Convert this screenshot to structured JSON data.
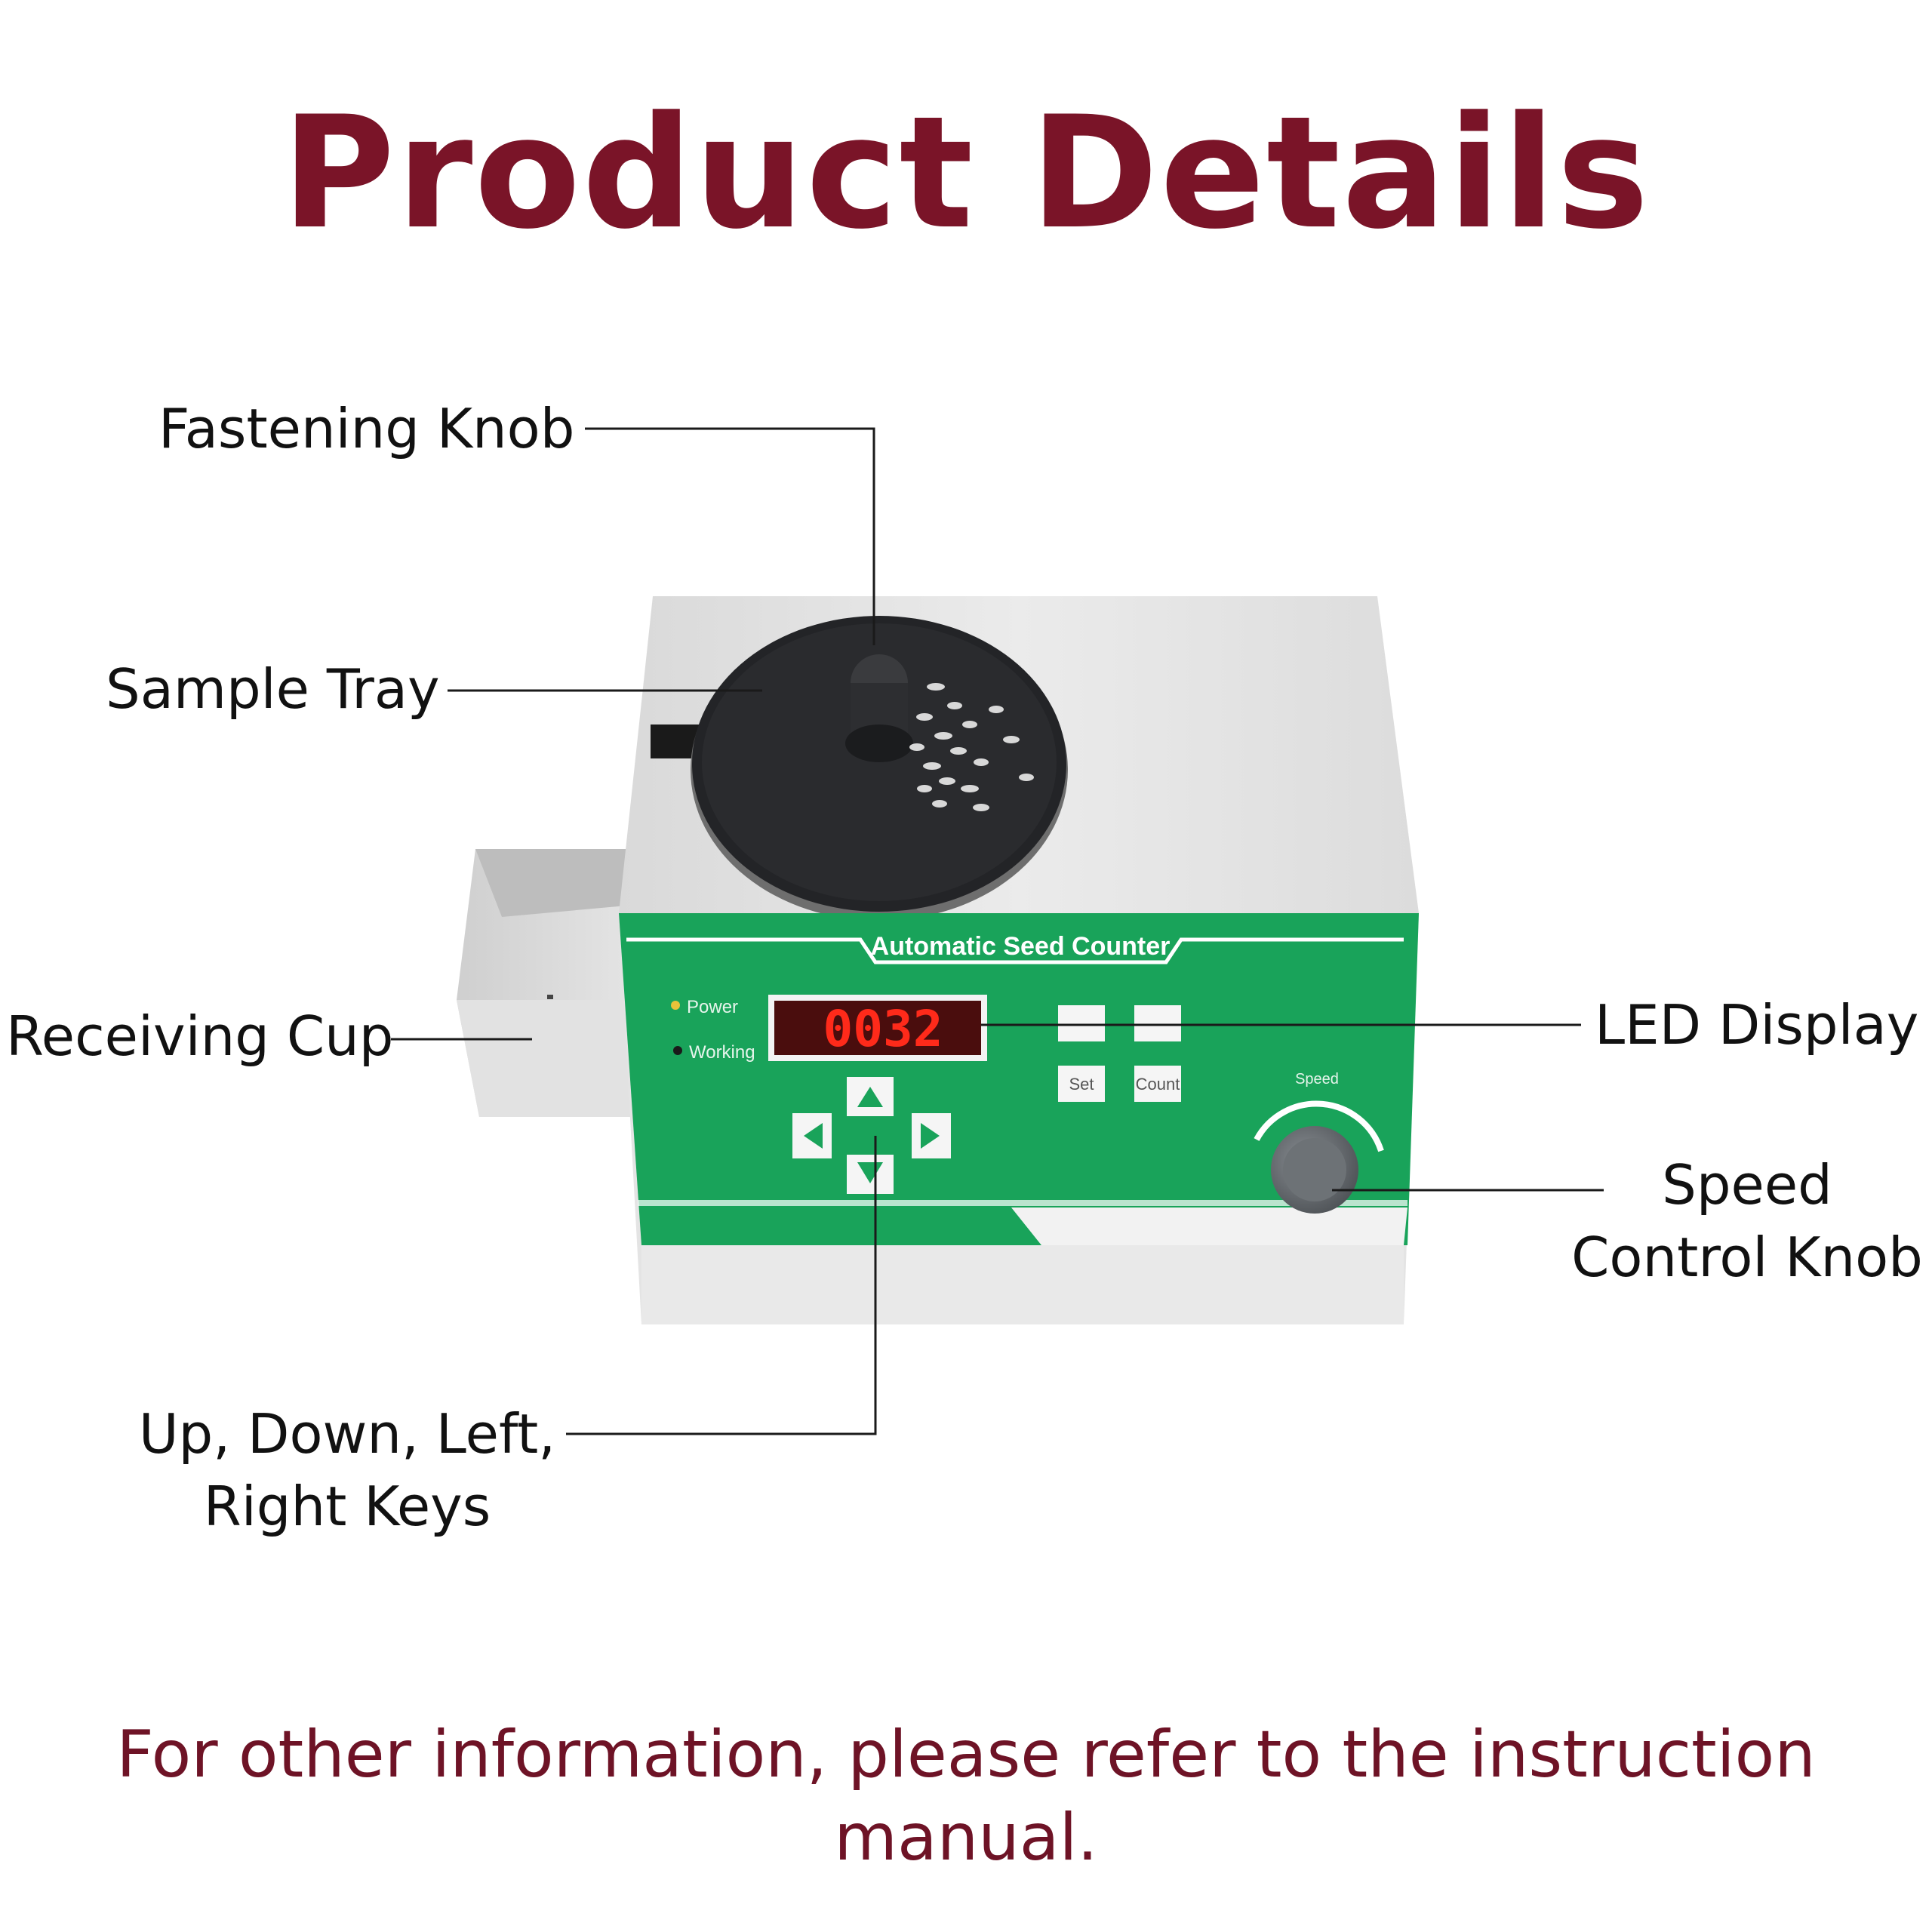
{
  "page": {
    "title": "Product Details",
    "footer_note": "For other information, please refer to the instruction manual."
  },
  "callouts": {
    "fastening_knob": "Fastening Knob",
    "sample_tray": "Sample Tray",
    "receiving_cup": "Receiving Cup",
    "led_display": "LED Display",
    "speed_control_knob": [
      "Speed",
      "Control Knob"
    ],
    "arrow_keys": [
      "Up, Down, Left,",
      "Right Keys"
    ]
  },
  "device": {
    "panel_title": "Automatic Seed Counter",
    "indicators": [
      "Power",
      "Working"
    ],
    "buttons": [
      "Set",
      "Count"
    ],
    "knob_label": "Speed",
    "led_readout": "0032"
  },
  "colors": {
    "title": "#7a1428",
    "panel_green": "#1aa35a",
    "led_red": "#ff2a1a",
    "tray": "#1e1f22",
    "body": "#e6e6e6"
  },
  "icons": [
    "arrow-up-icon",
    "arrow-down-icon",
    "arrow-left-icon",
    "arrow-right-icon"
  ]
}
